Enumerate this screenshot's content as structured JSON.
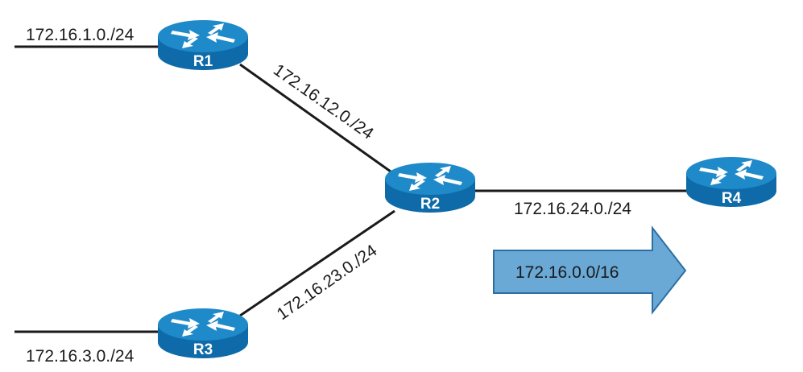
{
  "diagram": {
    "routers": [
      {
        "id": "R1",
        "label": "R1"
      },
      {
        "id": "R2",
        "label": "R2"
      },
      {
        "id": "R3",
        "label": "R3"
      },
      {
        "id": "R4",
        "label": "R4"
      }
    ],
    "links": [
      {
        "from": "LAN",
        "to": "R1",
        "network": "172.16.1.0./24"
      },
      {
        "from": "R1",
        "to": "R2",
        "network": "172.16.12.0./24"
      },
      {
        "from": "R3",
        "to": "R2",
        "network": "172.16.23.0./24"
      },
      {
        "from": "LAN",
        "to": "R3",
        "network": "172.16.3.0./24"
      },
      {
        "from": "R2",
        "to": "R4",
        "network": "172.16.24.0./24"
      }
    ],
    "summary_route": {
      "label": "172.16.0.0/16",
      "direction": "toward R4"
    },
    "colors": {
      "router_top": "#1f8ac9",
      "router_side": "#0e6aa8",
      "arrow_fill": "#6aa8d6",
      "arrow_stroke": "#2d6fa3",
      "line": "#1a1a1a"
    }
  }
}
